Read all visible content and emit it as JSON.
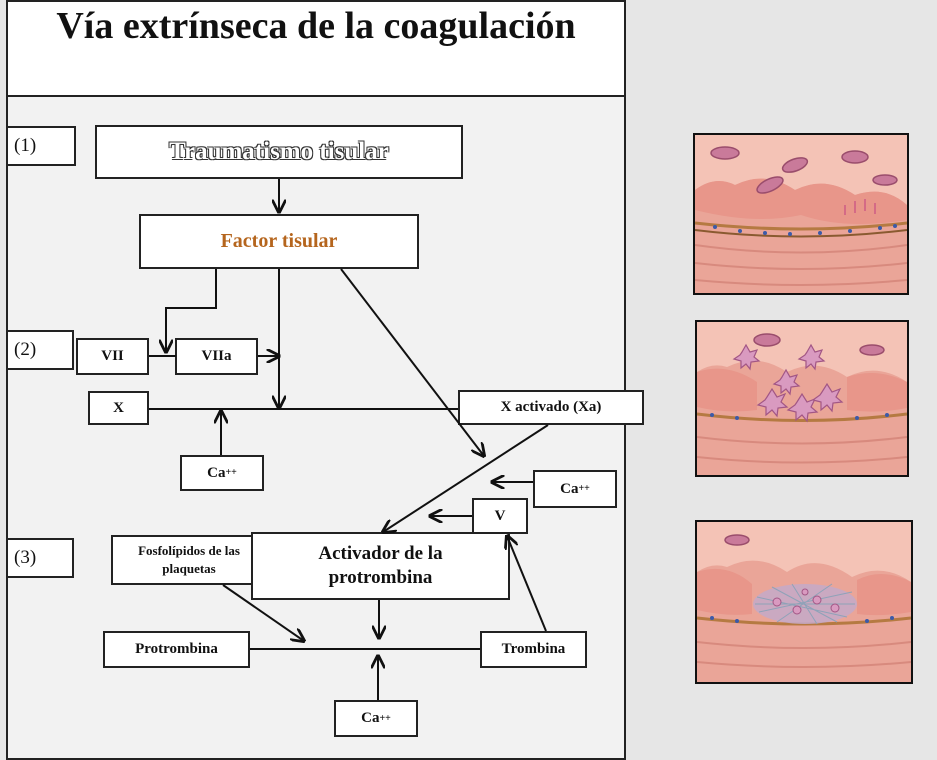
{
  "title": "Vía extrínseca de la coagulación",
  "steps": [
    "(1)",
    "(2)",
    "(3)"
  ],
  "nodes": {
    "traumatismo": "Traumatismo tisular",
    "factor_tisular": "Factor tisular",
    "vii": "VII",
    "viia": "VIIa",
    "x": "X",
    "x_activado": "X activado (Xa)",
    "ca": "Ca",
    "ca_sup": "++",
    "v": "V",
    "fosfolipidos": "Fosfolípidos de las plaquetas",
    "activador": "Activador de la protrombina",
    "protrombina": "Protrombina",
    "trombina": "Trombina"
  },
  "colors": {
    "factor_tisular": "#b5651d",
    "tissue_pink": "#e79a8e",
    "cell_pink": "#f2b6a8"
  },
  "images": [
    "tissue-injury-icon",
    "platelet-plug-icon",
    "fibrin-clot-icon"
  ]
}
